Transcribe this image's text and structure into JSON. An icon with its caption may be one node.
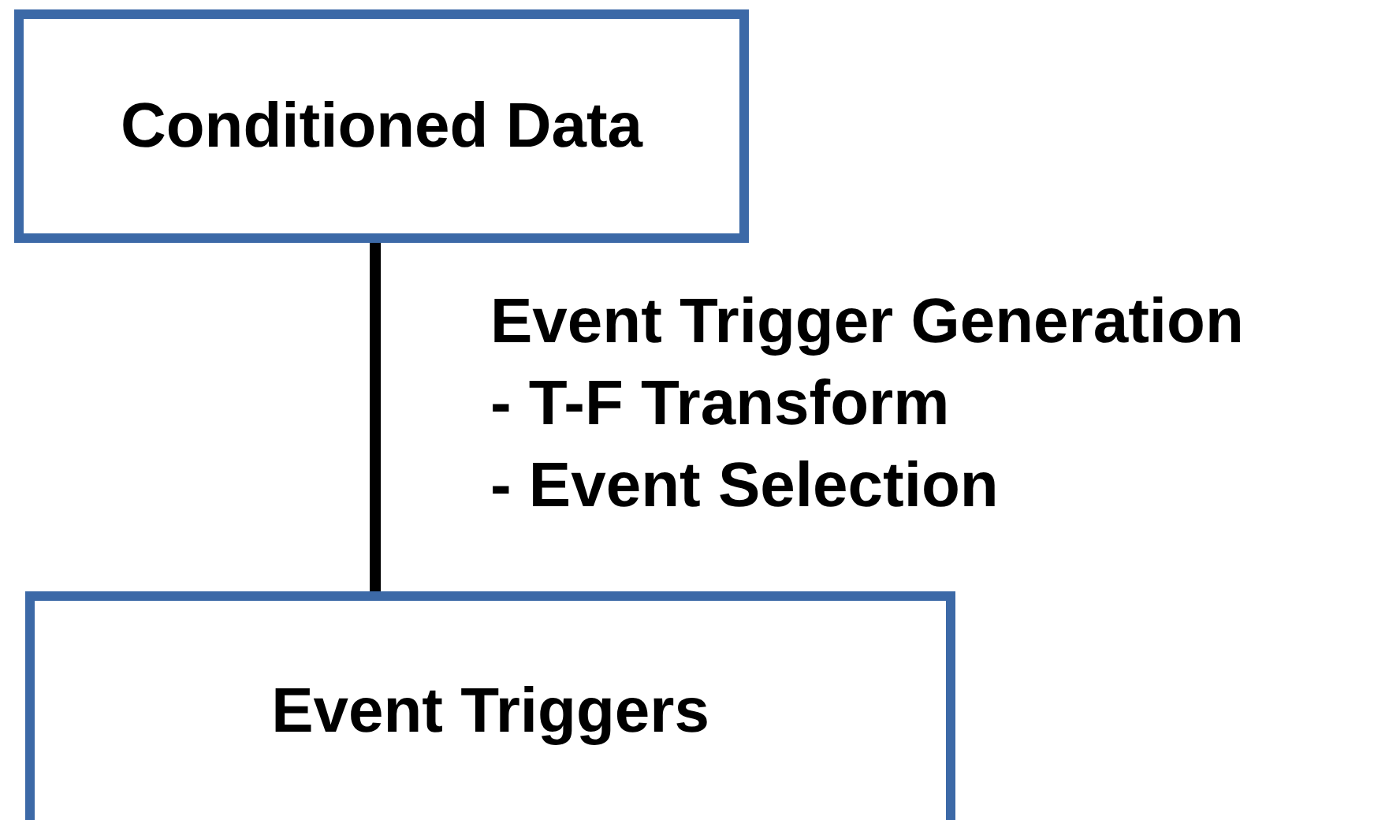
{
  "diagram": {
    "nodes": [
      {
        "text": [
          "Conditioned Data"
        ]
      },
      {
        "text": [
          "Event Triggers"
        ]
      }
    ],
    "edges": [
      {
        "from": 0,
        "to": 1,
        "arrow": "none",
        "label": "Event Trigger Generation"
      }
    ],
    "labels": [
      "- T-F Transform",
      "- Event Selection"
    ]
  }
}
